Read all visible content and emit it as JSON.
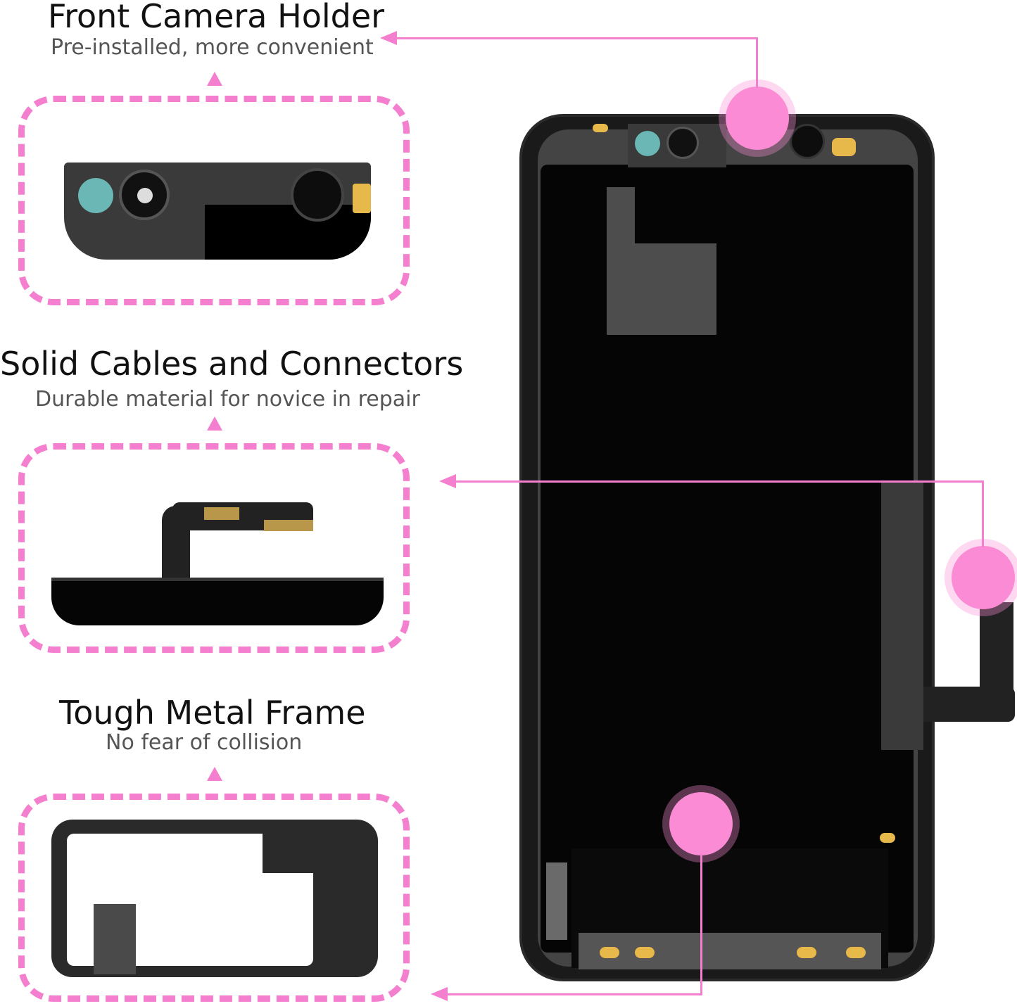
{
  "features": [
    {
      "title": "Front Camera Holder",
      "subtitle": "Pre-installed, more convenient"
    },
    {
      "title": "Solid Cables and Connectors",
      "subtitle": "Durable material for novice in repair"
    },
    {
      "title": "Tough Metal Frame",
      "subtitle": "No fear of collision"
    }
  ],
  "colors": {
    "accent": "#f47fcf",
    "marker": "#fb8bd4"
  }
}
